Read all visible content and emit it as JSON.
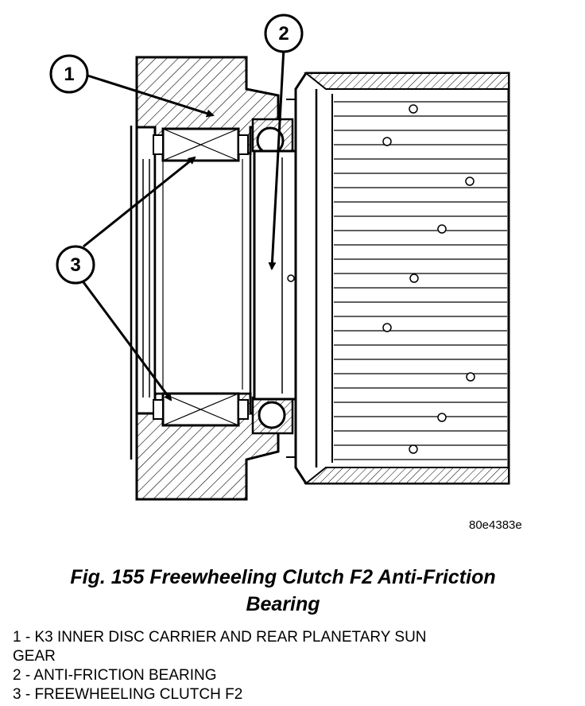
{
  "figure": {
    "callouts": [
      {
        "id": "1",
        "label": "1"
      },
      {
        "id": "2",
        "label": "2"
      },
      {
        "id": "3",
        "label": "3"
      }
    ],
    "figure_id": "80e4383e"
  },
  "caption": {
    "line1": "Fig. 155 Freewheeling Clutch F2 Anti-Friction",
    "line2": "Bearing"
  },
  "legend": [
    {
      "text": "1 - K3 INNER DISC CARRIER AND REAR PLANETARY SUN"
    },
    {
      "text": "GEAR"
    },
    {
      "text": "2 - ANTI-FRICTION BEARING"
    },
    {
      "text": "3 - FREEWHEELING CLUTCH F2"
    }
  ]
}
